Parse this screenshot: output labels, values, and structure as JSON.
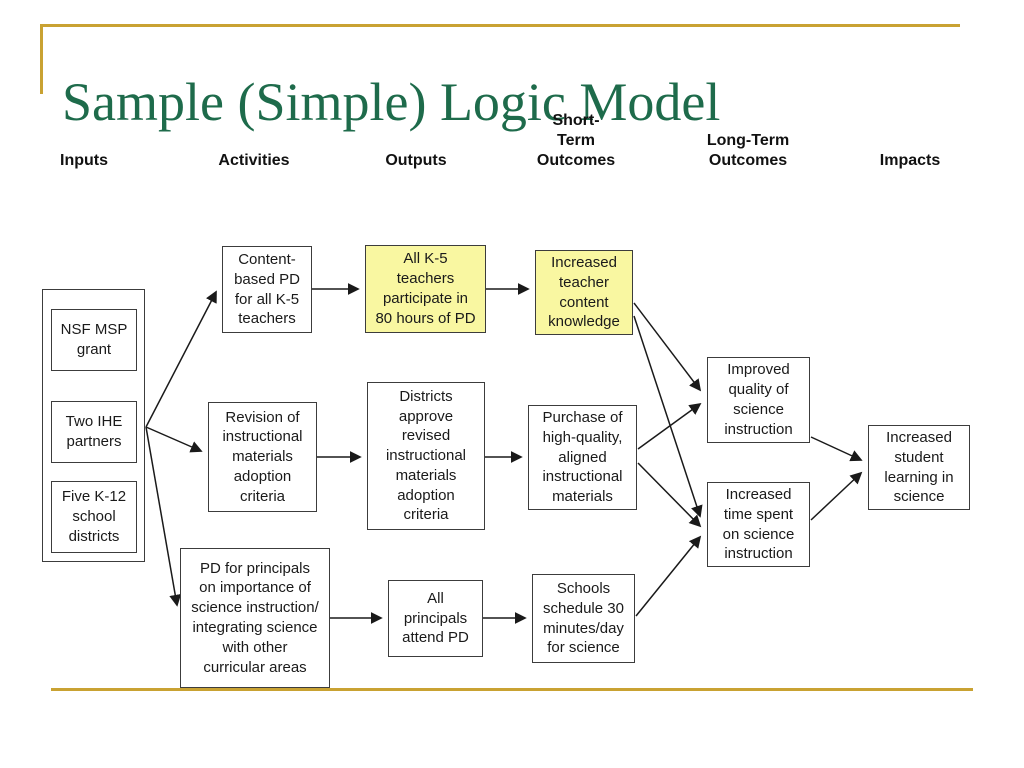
{
  "theme": {
    "accent_gold": "#C9A232",
    "title_green": "#1E6B4B",
    "highlight_yellow": "#F9F7A1"
  },
  "title": "Sample (Simple) Logic Model",
  "columns": {
    "inputs": "Inputs",
    "activities": "Activities",
    "outputs": "Outputs",
    "short_term": "Short-\nTerm\nOutcomes",
    "long_term": "Long-Term\nOutcomes",
    "impacts": "Impacts"
  },
  "boxes": {
    "nsf_grant": "NSF MSP\ngrant",
    "ihe_partners": "Two IHE\npartners",
    "k12_districts": "Five K-12\nschool\ndistricts",
    "content_pd": "Content-\nbased PD\nfor all K-5\nteachers",
    "revision_criteria": "Revision of\ninstructional\nmaterials\nadoption\ncriteria",
    "principals_pd": "PD for principals\non importance of\nscience instruction/\nintegrating science\nwith other\ncurricular areas",
    "k5_participate": "All K-5\nteachers\nparticipate in\n80 hours of PD",
    "districts_approve": "Districts\napprove\nrevised\ninstructional\nmaterials\nadoption\ncriteria",
    "principals_attend": "All\nprincipals\nattend PD",
    "teacher_knowledge": "Increased\nteacher\ncontent\nknowledge",
    "purchase_materials": "Purchase of\nhigh-quality,\naligned\ninstructional\nmaterials",
    "schools_schedule": "Schools\nschedule 30\nminutes/day\nfor science",
    "improved_quality": "Improved\nquality of\nscience\ninstruction",
    "time_spent": "Increased\ntime spent\non science\ninstruction",
    "student_learning": "Increased\nstudent\nlearning in\nscience"
  }
}
